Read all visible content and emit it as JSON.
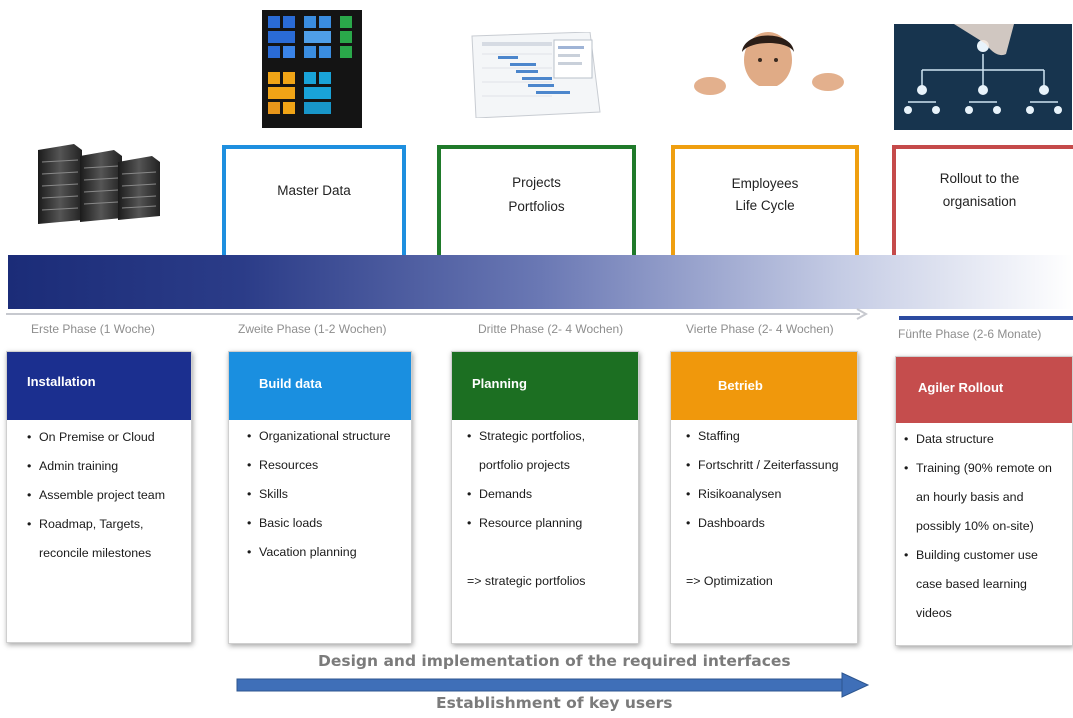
{
  "frames": [
    {
      "lines": [
        "Master Data"
      ],
      "color": "#1e8fdf"
    },
    {
      "lines": [
        "Projects",
        "Portfolios"
      ],
      "color": "#1f7a2a"
    },
    {
      "lines": [
        "Employees",
        "Life Cycle"
      ],
      "color": "#ef9f0f"
    },
    {
      "lines": [
        "Rollout to the",
        "organisation"
      ],
      "color": "#c54a4a"
    }
  ],
  "phases": [
    "Erste Phase (1 Woche)",
    "Zweite Phase (1-2 Wochen)",
    "Dritte Phase (2- 4 Wochen)",
    "Vierte Phase (2- 4 Wochen)",
    "Fünfte Phase (2-6 Monate)"
  ],
  "columns": [
    {
      "title": "Installation",
      "color": "#1b2f8f",
      "items": [
        {
          "t": "On Premise or Cloud",
          "k": "bul"
        },
        {
          "t": "Admin training",
          "k": "bul"
        },
        {
          "t": "Assemble project team",
          "k": "bul"
        },
        {
          "t": "Roadmap, Targets,",
          "k": "bul"
        },
        {
          "t": "reconcile milestones",
          "k": "cont"
        }
      ]
    },
    {
      "title": "Build data",
      "color": "#1a8fe0",
      "items": [
        {
          "t": "Organizational structure",
          "k": "bul"
        },
        {
          "t": "Resources",
          "k": "bul"
        },
        {
          "t": "Skills",
          "k": "bul"
        },
        {
          "t": "Basic loads",
          "k": "bul"
        },
        {
          "t": "Vacation planning",
          "k": "bul"
        }
      ]
    },
    {
      "title": "Planning",
      "color": "#1c6f22",
      "items": [
        {
          "t": "Strategic portfolios,",
          "k": "bul"
        },
        {
          "t": "portfolio projects",
          "k": "cont"
        },
        {
          "t": "Demands",
          "k": "bul"
        },
        {
          "t": "Resource planning",
          "k": "bul"
        },
        {
          "t": "",
          "k": "blank"
        },
        {
          "t": "=> strategic portfolios",
          "k": "plain"
        }
      ]
    },
    {
      "title": "Betrieb",
      "color": "#f0980c",
      "items": [
        {
          "t": "Staffing",
          "k": "bul"
        },
        {
          "t": "Fortschritt / Zeiterfassung",
          "k": "bul"
        },
        {
          "t": "Risikoanalysen",
          "k": "bul"
        },
        {
          "t": "Dashboards",
          "k": "bul"
        },
        {
          "t": "",
          "k": "blank"
        },
        {
          "t": "=> Optimization",
          "k": "plain"
        }
      ]
    },
    {
      "title": "Agiler Rollout",
      "color": "#c54d4d",
      "items": [
        {
          "t": "Data structure",
          "k": "bul"
        },
        {
          "t": "Training (90% remote on",
          "k": "bul"
        },
        {
          "t": "an hourly basis and",
          "k": "cont"
        },
        {
          "t": "possibly 10% on-site)",
          "k": "cont"
        },
        {
          "t": "Building customer use",
          "k": "bul"
        },
        {
          "t": "case based learning",
          "k": "cont"
        },
        {
          "t": "videos",
          "k": "cont"
        }
      ]
    }
  ],
  "bottom": {
    "line1": "Design and implementation of the required interfaces",
    "line2": "Establishment of key users"
  }
}
